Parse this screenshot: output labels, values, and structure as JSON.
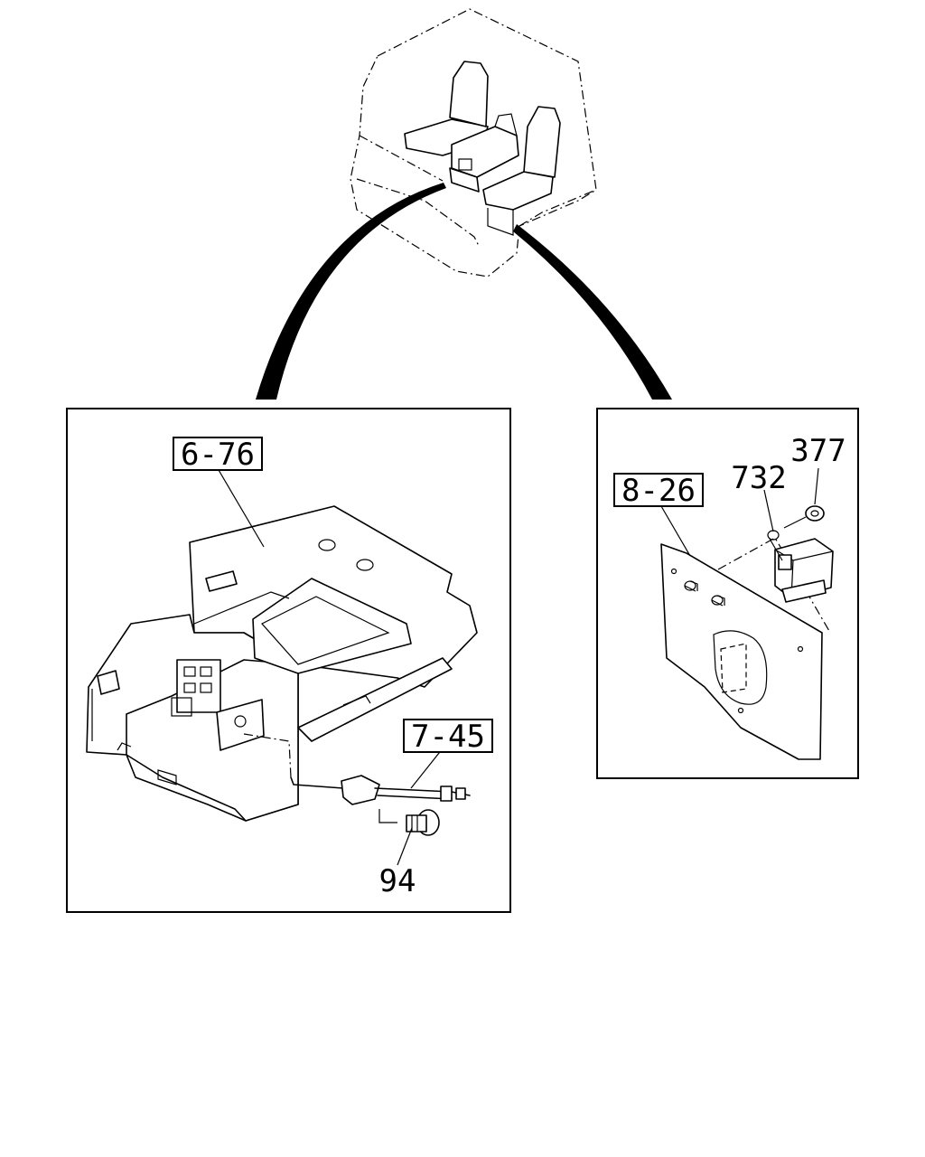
{
  "diagram": {
    "callouts": {
      "ref_6_76": "6-76",
      "ref_7_45": "7-45",
      "ref_8_26": "8-26",
      "part_94": "94",
      "part_732": "732",
      "part_377": "377"
    }
  }
}
